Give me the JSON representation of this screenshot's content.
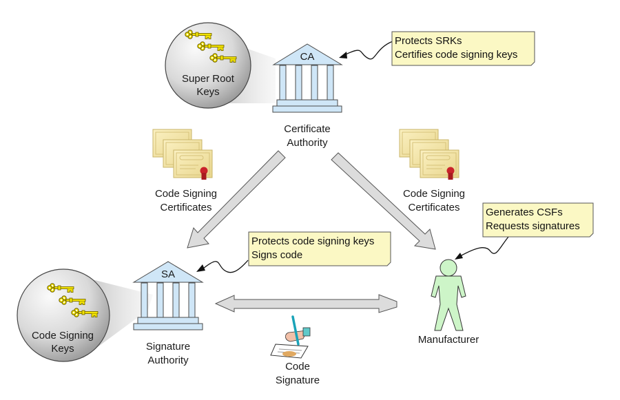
{
  "title": "Code signing PKI overview",
  "nodes": {
    "ca": {
      "abbr": "CA",
      "label_lines": [
        "Certificate",
        "Authority"
      ]
    },
    "sa": {
      "abbr": "SA",
      "label_lines": [
        "Signature",
        "Authority"
      ]
    },
    "manufacturer": {
      "label_lines": [
        "Manufacturer"
      ]
    }
  },
  "key_bubbles": {
    "super_root": {
      "label_lines": [
        "Super Root",
        "Keys"
      ]
    },
    "code_signing": {
      "label_lines": [
        "Code Signing",
        "Keys"
      ]
    }
  },
  "certificates": {
    "left": {
      "label_lines": [
        "Code Signing",
        "Certificates"
      ]
    },
    "right": {
      "label_lines": [
        "Code Signing",
        "Certificates"
      ]
    }
  },
  "code_signature": {
    "label_lines": [
      "Code",
      "Signature"
    ]
  },
  "notes": {
    "ca_note": {
      "lines": [
        "Protects SRKs",
        "Certifies code signing keys"
      ]
    },
    "sa_note": {
      "lines": [
        "Protects code signing keys",
        "Signs code"
      ]
    },
    "mfr_note": {
      "lines": [
        "Generates CSFs",
        "Requests signatures"
      ]
    }
  },
  "colors": {
    "building_fill": "#cfe6f7",
    "building_stroke": "#4a4a4a",
    "note_fill": "#fbf8c4",
    "arrow_fill": "#dcdcdc",
    "person_fill": "#cdf5c8",
    "key_fill": "#f3e400",
    "bubble_light": "#f2f2f2",
    "bubble_dark": "#8a8a8a"
  }
}
